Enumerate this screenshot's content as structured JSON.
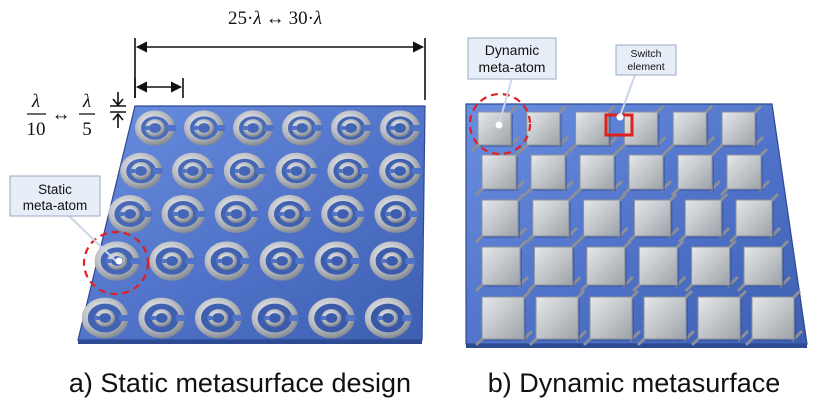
{
  "panel_a": {
    "caption": "a) Static metasurface design",
    "callout": {
      "line1": "Static",
      "line2": "meta-atom"
    },
    "dims": {
      "width_left_coef": "25",
      "width_right_coef": "30",
      "width_symbol": "λ",
      "height_left_num": "λ",
      "height_left_den": "10",
      "height_right_num": "λ",
      "height_right_den": "5",
      "arrow": "↔",
      "dot": "·"
    }
  },
  "panel_b": {
    "caption": "b) Dynamic metasurface",
    "callout": {
      "line1": "Dynamic",
      "line2": "meta-atom"
    },
    "switch_label": {
      "line1": "Switch",
      "line2": "element"
    }
  },
  "colors": {
    "substrate": "#4f73c8",
    "substrate_edge": "#2d4a92",
    "ring": "#b8bcc2",
    "patch": "#c4c8cc",
    "highlight_red": "#e02020",
    "callout_fill": "#e8eef7"
  }
}
